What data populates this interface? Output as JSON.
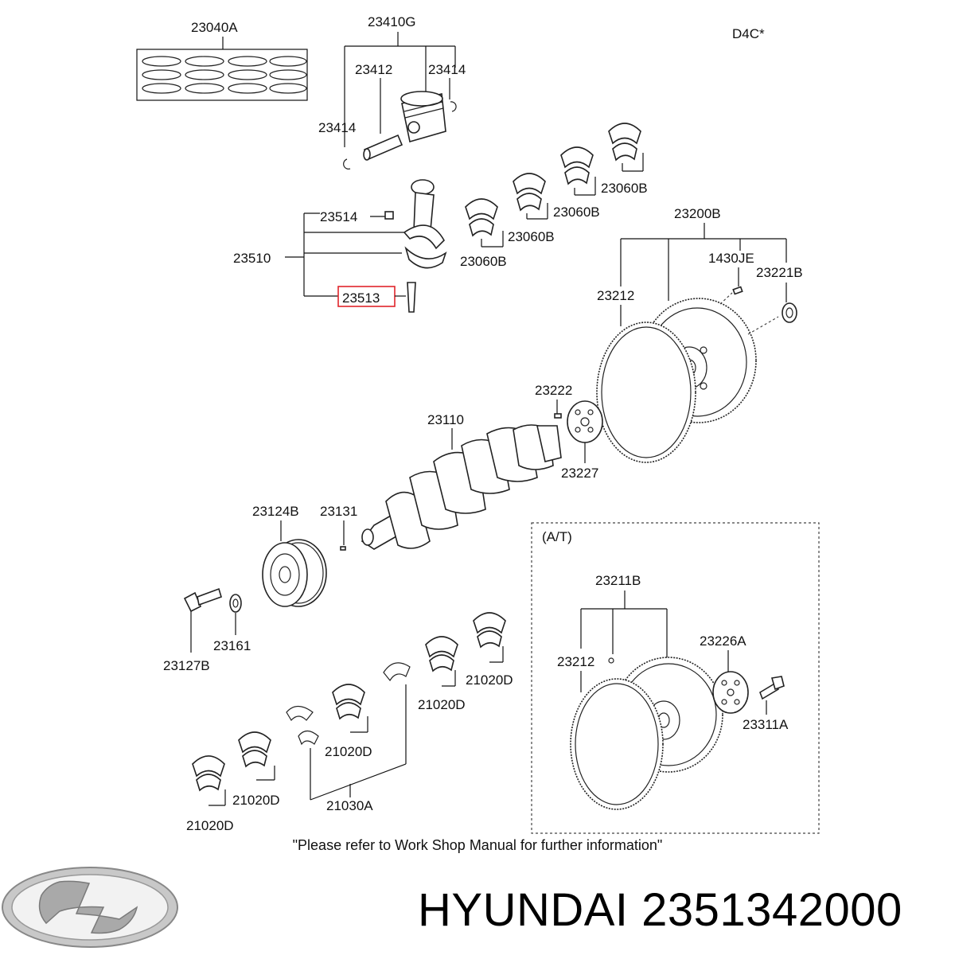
{
  "engine_code": "D4C*",
  "labels": {
    "rings": "23040A",
    "piston_assy": "23410G",
    "piston_pin": "23412",
    "snap_ring_right": "23414",
    "snap_ring_left": "23414",
    "conrod_nut": "23514",
    "conrod_assy": "23510",
    "conrod_bolt": "23513",
    "bearing_a": "23060B",
    "bearing_b": "23060B",
    "bearing_c": "23060B",
    "bearing_d": "23060B",
    "flywheel_assy": "23200B",
    "dowel_pin": "1430JE",
    "washer": "23221B",
    "ring_gear": "23212",
    "key": "23222",
    "crankshaft": "23110",
    "reluctor": "23227",
    "pulley": "23124B",
    "pulley_key": "23131",
    "washer_pulley": "23161",
    "pulley_bolt": "23127B",
    "main_bearing_1": "21020D",
    "main_bearing_2": "21020D",
    "main_bearing_3": "21020D",
    "main_bearing_4": "21020D",
    "main_bearing_5": "21020D",
    "thrust_washer": "21030A",
    "at_section": "(A/T)",
    "drive_plate_assy": "23211B",
    "at_ring_gear": "23212",
    "at_adapter": "23226A",
    "at_bolt": "23311A"
  },
  "highlighted_part": "23513",
  "highlight_color": "#e0252b",
  "note": "\"Please refer to Work Shop Manual for further information\"",
  "brand": "HYUNDAI",
  "part_number": "2351342000",
  "logo_icon": "hyundai-logo-icon"
}
